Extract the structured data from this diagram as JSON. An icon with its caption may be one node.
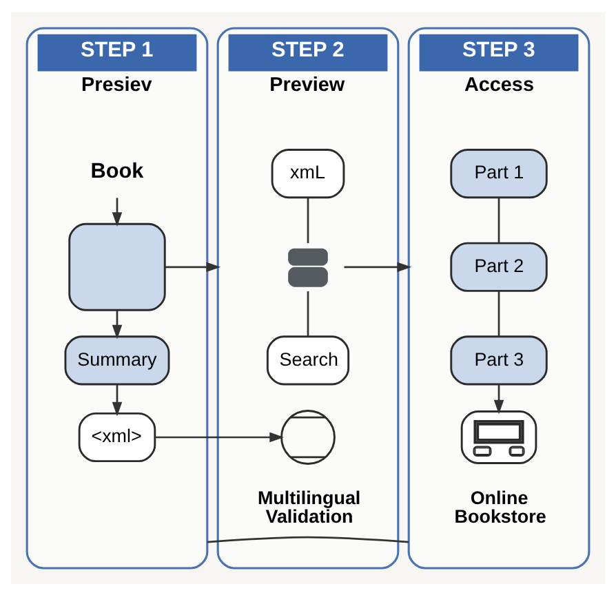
{
  "diagram": {
    "nodes": [
      {
        "text": [
          "STEP 1",
          "Presiev"
        ]
      },
      {
        "text": [
          "Book"
        ],
        "in": 0
      },
      {
        "text": [],
        "shape": "box",
        "in": 0
      },
      {
        "text": [
          "Summary"
        ],
        "in": 0
      },
      {
        "text": [
          "<xml>"
        ],
        "in": 0
      },
      {
        "text": [
          "STEP 2",
          "Preview"
        ]
      },
      {
        "text": [
          "xmL"
        ],
        "in": 5
      },
      {
        "text": [],
        "shape": "person",
        "in": 5
      },
      {
        "text": [
          "Search"
        ],
        "in": 5
      },
      {
        "text": [],
        "shape": "picture",
        "beside": [
          "Multilingual Validation"
        ],
        "in": 5
      },
      {
        "text": [
          "STEP 3",
          "Access"
        ]
      },
      {
        "text": [
          "Part 1"
        ],
        "in": 10
      },
      {
        "text": [
          "Part 2"
        ],
        "in": 10
      },
      {
        "text": [
          "Part 3"
        ],
        "in": 10
      },
      {
        "text": [],
        "shape": "picture",
        "beside": [
          "Online Bookstore"
        ],
        "in": 10
      }
    ],
    "edges": [
      {
        "from": 1,
        "to": 2,
        "arrow": "to"
      },
      {
        "from": 2,
        "to": 3,
        "arrow": "to"
      },
      {
        "from": 3,
        "to": 4,
        "arrow": "to"
      },
      {
        "from": 2,
        "to": 5,
        "arrow": "to"
      },
      {
        "from": 6,
        "to": 7,
        "arrow": "none"
      },
      {
        "from": 7,
        "to": 8,
        "arrow": "none"
      },
      {
        "from": 7,
        "to": 10,
        "arrow": "to"
      },
      {
        "from": 4,
        "to": 9,
        "arrow": "to"
      },
      {
        "from": 11,
        "to": 12,
        "arrow": "none"
      },
      {
        "from": 12,
        "to": 13,
        "arrow": "none"
      },
      {
        "from": 13,
        "to": 14,
        "arrow": "to"
      },
      {
        "from": 0,
        "to": 10,
        "arrow": "none"
      }
    ]
  }
}
